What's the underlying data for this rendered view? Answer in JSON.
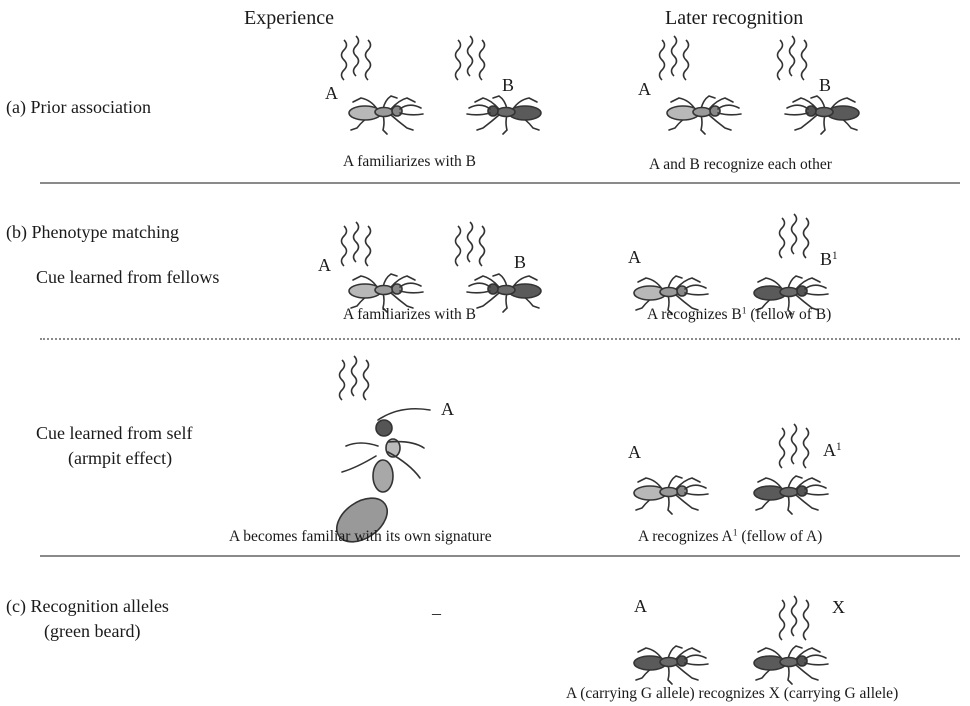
{
  "headers": {
    "experience": "Experience",
    "later": "Later recognition"
  },
  "rows": {
    "a": {
      "label": "(a) Prior association",
      "experience_caption": "A familiarizes with B",
      "later_caption": "A and B recognize each other",
      "exp_left": "A",
      "exp_right": "B",
      "later_left": "A",
      "later_right": "B"
    },
    "b1": {
      "label": "(b) Phenotype matching",
      "sublabel": "Cue learned from fellows",
      "experience_caption": "A familiarizes with B",
      "later_caption_pre": "A recognizes B",
      "later_caption_sup": "1",
      "later_caption_post": " (fellow of B)",
      "exp_left": "A",
      "exp_right": "B",
      "later_left": "A",
      "later_right": "B",
      "later_right_sup": "1"
    },
    "b2": {
      "label_line1": "Cue learned from self",
      "label_line2": "(armpit effect)",
      "experience_caption": "A becomes familiar with its own signature",
      "later_caption_pre": "A recognizes A",
      "later_caption_sup": "1",
      "later_caption_post": " (fellow of A)",
      "exp_letter": "A",
      "later_left": "A",
      "later_right": "A",
      "later_right_sup": "1"
    },
    "c": {
      "label_line1": "(c) Recognition alleles",
      "label_line2": "(green beard)",
      "experience": "–",
      "later_caption": "A (carrying G allele) recognizes X (carrying G allele)",
      "later_left": "A",
      "later_right": "X"
    }
  }
}
